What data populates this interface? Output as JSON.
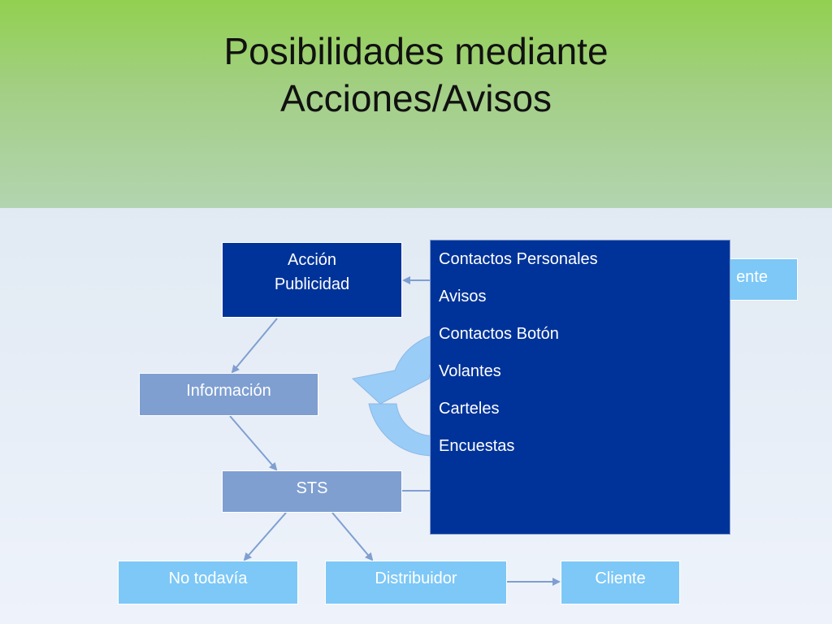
{
  "slide": {
    "title_line1": "Posibilidades mediante",
    "title_line2": "Acciones/Avisos"
  },
  "diagram": {
    "accion": {
      "line1": "Acción",
      "line2": "Publicidad"
    },
    "informacion": "Información",
    "sts": "STS",
    "no_todavia": "No todavía",
    "distribuidor": "Distribuidor",
    "cliente_bottom": "Cliente",
    "cliente_top_partial": "ente"
  },
  "overlay_list": {
    "items": [
      "Contactos Personales",
      "Avisos",
      "Contactos Botón",
      "Volantes",
      "Carteles",
      "Encuestas"
    ]
  },
  "colors": {
    "dark_blue": "#003399",
    "mid_blue": "#7f9fd1",
    "light_blue": "#7dc8f7",
    "connector": "#7f9fd1",
    "header_green": "#92d050"
  }
}
